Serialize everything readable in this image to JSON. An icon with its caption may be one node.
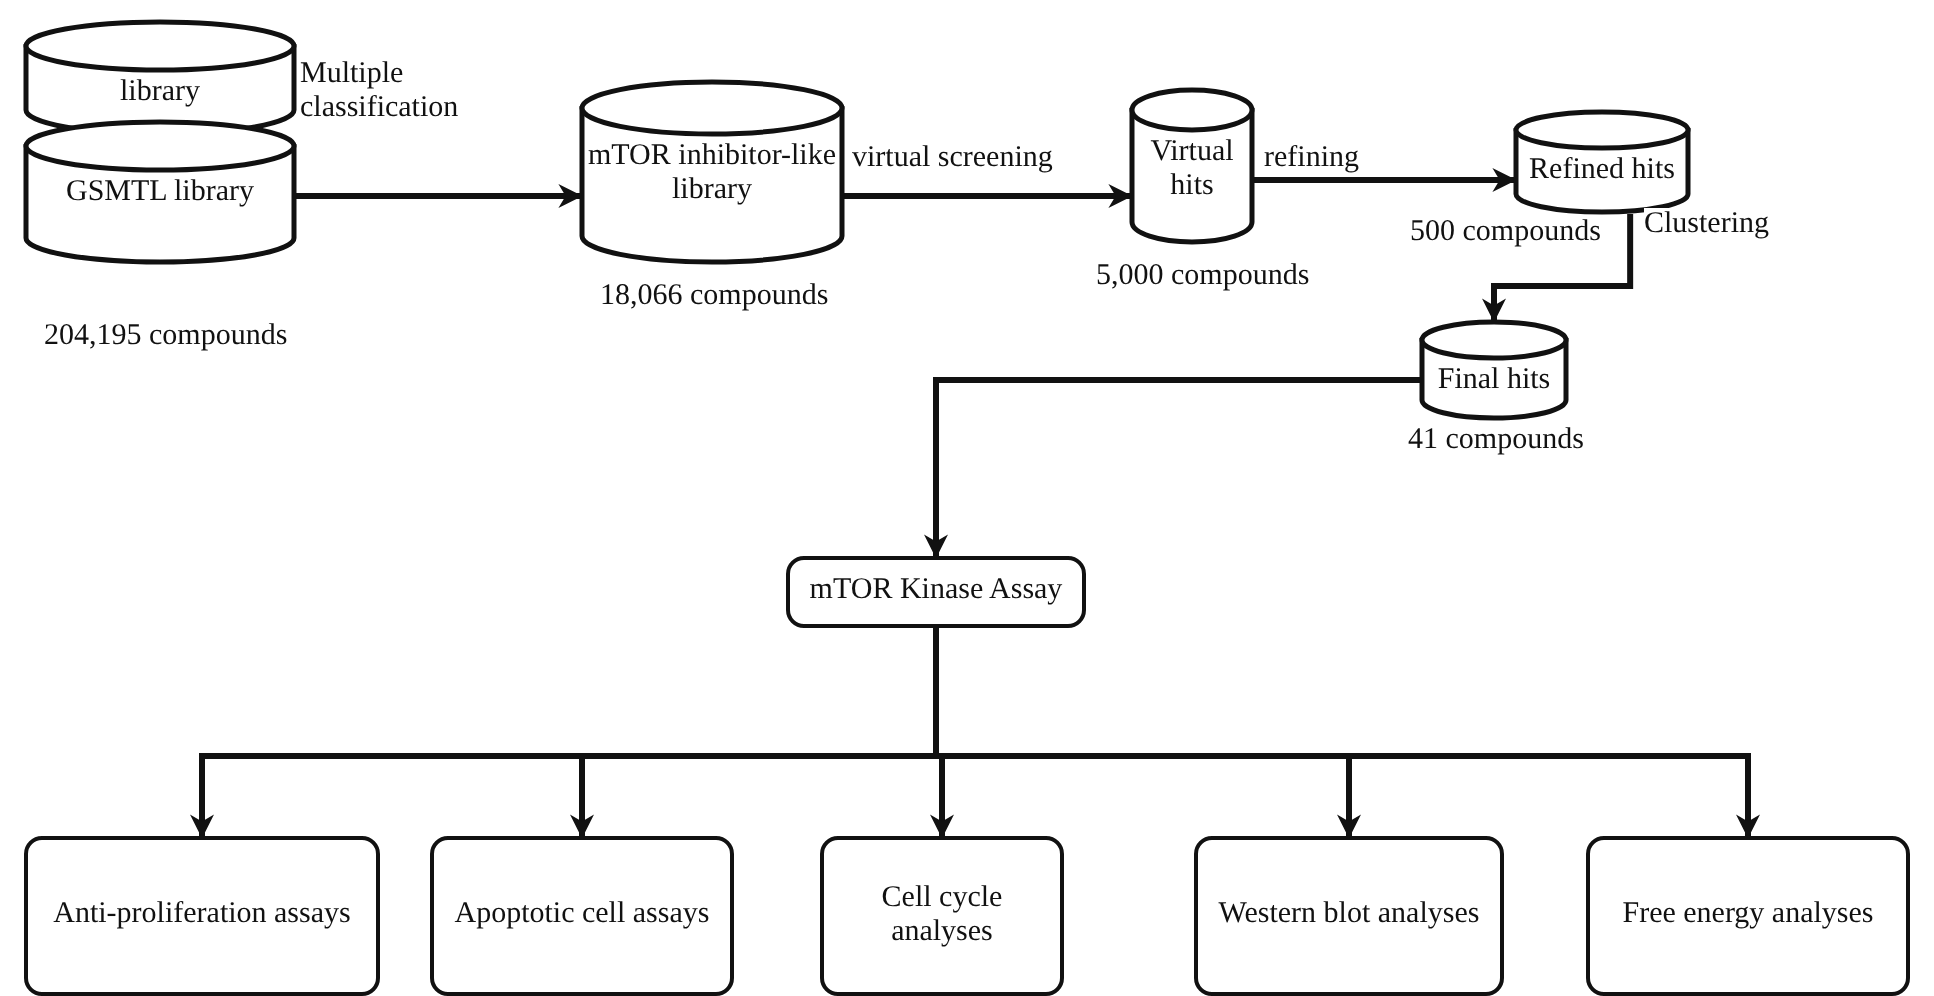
{
  "diagram": {
    "nodes": [
      {
        "text": [
          "library"
        ]
      },
      {
        "text": [
          "GSMTL library"
        ],
        "beside": [
          "204,195 compounds"
        ]
      },
      {
        "text": [
          "mTOR inhibitor-like library"
        ],
        "beside": [
          "18,066 compounds"
        ]
      },
      {
        "text": [
          "Virtual hits"
        ],
        "beside": [
          "5,000 compounds"
        ]
      },
      {
        "text": [
          "Refined hits"
        ],
        "beside": [
          "500 compounds"
        ]
      },
      {
        "text": [
          "Final hits"
        ],
        "beside": [
          "41 compounds"
        ]
      },
      {
        "text": [
          "mTOR Kinase Assay"
        ]
      },
      {
        "text": [
          "Anti-proliferation assays"
        ]
      },
      {
        "text": [
          "Apoptotic cell assays"
        ]
      },
      {
        "text": [
          "Cell cycle analyses"
        ]
      },
      {
        "text": [
          "Western blot analyses"
        ]
      },
      {
        "text": [
          "Free energy analyses"
        ]
      }
    ],
    "edges": [
      {
        "from": 1,
        "to": 2,
        "arrow": "to",
        "label": "Multiple classification"
      },
      {
        "from": 2,
        "to": 3,
        "arrow": "to",
        "label": "virtual screening"
      },
      {
        "from": 3,
        "to": 4,
        "arrow": "to",
        "label": "refining"
      },
      {
        "from": 4,
        "to": 5,
        "arrow": "to",
        "label": "Clustering"
      },
      {
        "from": 5,
        "to": 6,
        "arrow": "to"
      },
      {
        "from": 6,
        "to": 7,
        "arrow": "to"
      },
      {
        "from": 6,
        "to": 8,
        "arrow": "to"
      },
      {
        "from": 6,
        "to": 9,
        "arrow": "to"
      },
      {
        "from": 6,
        "to": 10,
        "arrow": "to"
      },
      {
        "from": 6,
        "to": 11,
        "arrow": "to"
      }
    ]
  }
}
